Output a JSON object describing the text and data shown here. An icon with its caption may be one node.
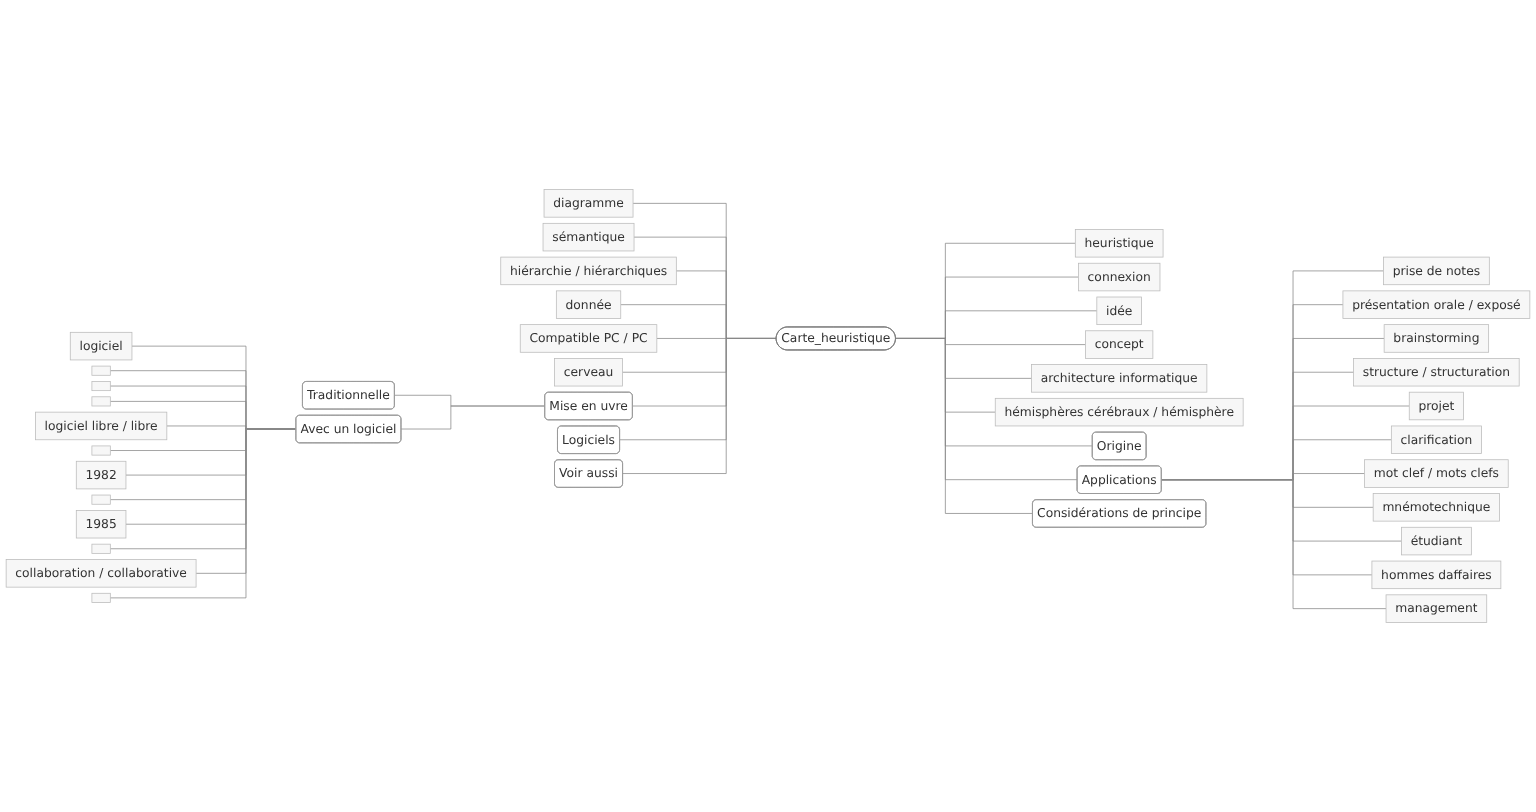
{
  "diagram": {
    "nodes": [
      {
        "text": [
          "Carte_heuristique"
        ]
      },
      {
        "text": [
          "diagramme"
        ]
      },
      {
        "text": [
          "sémantique"
        ]
      },
      {
        "text": [
          "hiérarchie / hiérarchiques"
        ]
      },
      {
        "text": [
          "donnée"
        ]
      },
      {
        "text": [
          "Compatible PC / PC"
        ]
      },
      {
        "text": [
          "cerveau"
        ]
      },
      {
        "text": [
          "heuristique"
        ]
      },
      {
        "text": [
          "connexion"
        ]
      },
      {
        "text": [
          "idée"
        ]
      },
      {
        "text": [
          "concept"
        ]
      },
      {
        "text": [
          "architecture informatique"
        ]
      },
      {
        "text": [
          "hémisphères cérébraux / hémisphère"
        ]
      },
      {
        "text": [
          "Origine"
        ]
      },
      {
        "text": [
          "Mise en uvre"
        ]
      },
      {
        "text": [
          "Traditionnelle"
        ]
      },
      {
        "text": [
          "Avec un logiciel"
        ]
      },
      {
        "text": [
          "logiciel"
        ]
      },
      {
        "text": [],
        "shape": "box"
      },
      {
        "text": [],
        "shape": "box"
      },
      {
        "text": [],
        "shape": "box"
      },
      {
        "text": [
          "logiciel libre / libre"
        ]
      },
      {
        "text": [],
        "shape": "box"
      },
      {
        "text": [
          "1982"
        ]
      },
      {
        "text": [],
        "shape": "box"
      },
      {
        "text": [
          "1985"
        ]
      },
      {
        "text": [],
        "shape": "box"
      },
      {
        "text": [
          "collaboration / collaborative"
        ]
      },
      {
        "text": [],
        "shape": "box"
      },
      {
        "text": [
          "Applications"
        ]
      },
      {
        "text": [
          "prise de notes"
        ]
      },
      {
        "text": [
          "présentation orale / exposé"
        ]
      },
      {
        "text": [
          "brainstorming"
        ]
      },
      {
        "text": [
          "structure / structuration"
        ]
      },
      {
        "text": [
          "projet"
        ]
      },
      {
        "text": [
          "clarification"
        ]
      },
      {
        "text": [
          "mot clef / mots clefs"
        ]
      },
      {
        "text": [
          "mnémotechnique"
        ]
      },
      {
        "text": [
          "étudiant"
        ]
      },
      {
        "text": [
          "hommes daffaires"
        ]
      },
      {
        "text": [
          "management"
        ]
      },
      {
        "text": [
          "Considérations de principe"
        ]
      },
      {
        "text": [
          "Logiciels"
        ]
      },
      {
        "text": [
          "Voir aussi"
        ]
      }
    ],
    "edges": [
      {
        "from": 1,
        "to": 0,
        "arrow": "none"
      },
      {
        "from": 2,
        "to": 0,
        "arrow": "none"
      },
      {
        "from": 3,
        "to": 0,
        "arrow": "none"
      },
      {
        "from": 4,
        "to": 0,
        "arrow": "none"
      },
      {
        "from": 5,
        "to": 0,
        "arrow": "none"
      },
      {
        "from": 6,
        "to": 0,
        "arrow": "none"
      },
      {
        "from": 0,
        "to": 7,
        "arrow": "none"
      },
      {
        "from": 0,
        "to": 8,
        "arrow": "none"
      },
      {
        "from": 0,
        "to": 9,
        "arrow": "none"
      },
      {
        "from": 0,
        "to": 10,
        "arrow": "none"
      },
      {
        "from": 0,
        "to": 11,
        "arrow": "none"
      },
      {
        "from": 0,
        "to": 12,
        "arrow": "none"
      },
      {
        "from": 0,
        "to": 13,
        "arrow": "none"
      },
      {
        "from": 14,
        "to": 0,
        "arrow": "none"
      },
      {
        "from": 15,
        "to": 14,
        "arrow": "none"
      },
      {
        "from": 16,
        "to": 14,
        "arrow": "none"
      },
      {
        "from": 17,
        "to": 16,
        "arrow": "none"
      },
      {
        "from": 18,
        "to": 16,
        "arrow": "none"
      },
      {
        "from": 19,
        "to": 16,
        "arrow": "none"
      },
      {
        "from": 20,
        "to": 16,
        "arrow": "none"
      },
      {
        "from": 21,
        "to": 16,
        "arrow": "none"
      },
      {
        "from": 22,
        "to": 16,
        "arrow": "none"
      },
      {
        "from": 23,
        "to": 16,
        "arrow": "none"
      },
      {
        "from": 24,
        "to": 16,
        "arrow": "none"
      },
      {
        "from": 25,
        "to": 16,
        "arrow": "none"
      },
      {
        "from": 26,
        "to": 16,
        "arrow": "none"
      },
      {
        "from": 27,
        "to": 16,
        "arrow": "none"
      },
      {
        "from": 28,
        "to": 16,
        "arrow": "none"
      },
      {
        "from": 0,
        "to": 29,
        "arrow": "none"
      },
      {
        "from": 29,
        "to": 30,
        "arrow": "none"
      },
      {
        "from": 29,
        "to": 31,
        "arrow": "none"
      },
      {
        "from": 29,
        "to": 32,
        "arrow": "none"
      },
      {
        "from": 29,
        "to": 33,
        "arrow": "none"
      },
      {
        "from": 29,
        "to": 34,
        "arrow": "none"
      },
      {
        "from": 29,
        "to": 35,
        "arrow": "none"
      },
      {
        "from": 29,
        "to": 36,
        "arrow": "none"
      },
      {
        "from": 29,
        "to": 37,
        "arrow": "none"
      },
      {
        "from": 29,
        "to": 38,
        "arrow": "none"
      },
      {
        "from": 29,
        "to": 39,
        "arrow": "none"
      },
      {
        "from": 29,
        "to": 40,
        "arrow": "none"
      },
      {
        "from": 0,
        "to": 41,
        "arrow": "none"
      },
      {
        "from": 42,
        "to": 0,
        "arrow": "none"
      },
      {
        "from": 43,
        "to": 0,
        "arrow": "none"
      }
    ]
  }
}
